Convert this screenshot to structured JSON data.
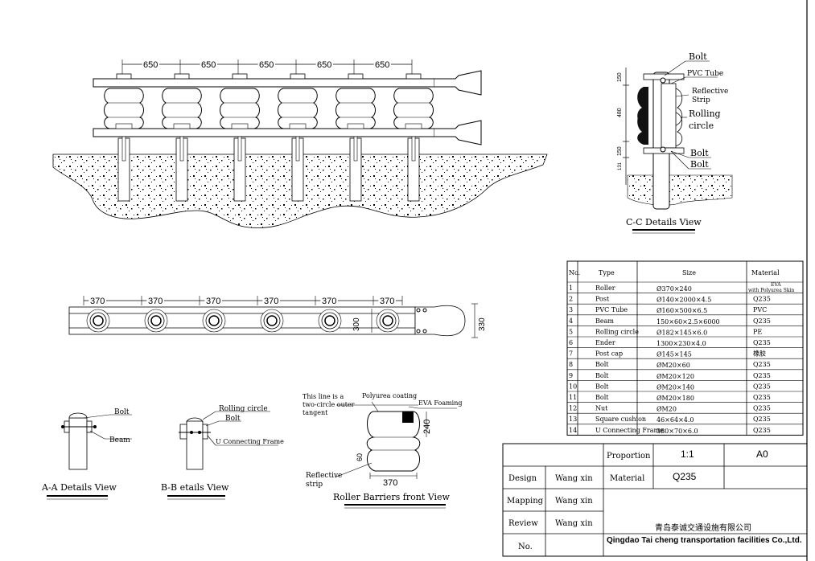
{
  "top_view": {
    "spacings": [
      "650",
      "650",
      "650",
      "650",
      "650"
    ]
  },
  "cc_view": {
    "title": "C-C Details View",
    "dims": [
      "150",
      "480",
      "150",
      "131"
    ],
    "labels": {
      "bolt_top": "Bolt",
      "pvc": "PVC Tube",
      "refl_1": "Reflective",
      "refl_2": "Strip",
      "rolling_1": "Rolling",
      "rolling_2": "circle",
      "bolt_a": "Bolt",
      "bolt_b": "Bolt"
    }
  },
  "plan_view": {
    "spacings": [
      "370",
      "370",
      "370",
      "370",
      "370",
      "370"
    ],
    "dim_300": "300",
    "dim_330": "330"
  },
  "aa_view": {
    "title": "A-A Details View",
    "bolt": "Bolt",
    "beam": "Beam"
  },
  "bb_view": {
    "title": "B-B etails View",
    "rolling": "Rolling circle",
    "bolt": "Bolt",
    "frame": "U Connecting Frame"
  },
  "front_view": {
    "title": "Roller Barriers front View",
    "line_1": "This line is a",
    "line_2": "two-circle outer",
    "line_3": "tangent",
    "polyurea": "Polyurea coating",
    "eva": "EVA Foaming",
    "refl_1": "Reflective",
    "refl_2": "strip",
    "dim_240": "240",
    "dim_60": "60",
    "dim_370": "370"
  },
  "bom": {
    "headers": [
      "No.",
      "Type",
      "Size",
      "Material"
    ],
    "rows": [
      [
        "1",
        "Roller",
        "Ø370×240",
        "EVA|with Polyurea Skin"
      ],
      [
        "2",
        "Post",
        "Ø140×2000×4.5",
        "Q235"
      ],
      [
        "3",
        "PVC Tube",
        "Ø160×500×6.5",
        "PVC"
      ],
      [
        "4",
        "Beam",
        "150×60×2.5×6000",
        "Q235"
      ],
      [
        "5",
        "Rolling circle",
        "Ø182×145×6.0",
        "PE"
      ],
      [
        "6",
        "Ender",
        "1300×230×4.0",
        "Q235"
      ],
      [
        "7",
        "Post cap",
        "Ø145×145",
        "橡胶"
      ],
      [
        "8",
        "Bolt",
        "ØM20×60",
        "Q235"
      ],
      [
        "9",
        "Bolt",
        "ØM20×120",
        "Q235"
      ],
      [
        "10",
        "Bolt",
        "ØM20×140",
        "Q235"
      ],
      [
        "11",
        "Bolt",
        "ØM20×180",
        "Q235"
      ],
      [
        "12",
        "Nut",
        "ØM20",
        "Q235"
      ],
      [
        "13",
        "Square cushion",
        "46×64×4.0",
        "Q235"
      ],
      [
        "14",
        "U Connecting Frame",
        "380×70×6.0",
        "Q235"
      ]
    ]
  },
  "title_block": {
    "proportion_label": "Proportion",
    "proportion": "1:1",
    "sheet": "A0",
    "design_label": "Design",
    "design": "Wang xin",
    "material_label": "Material",
    "material": "Q235",
    "mapping_label": "Mapping",
    "mapping": "Wang xin",
    "review_label": "Review",
    "review": "Wang xin",
    "no_label": "No.",
    "company_cn": "青岛泰诚交通设施有限公司",
    "company_en": "Qingdao Tai cheng transportation facilities Co.,Ltd."
  }
}
